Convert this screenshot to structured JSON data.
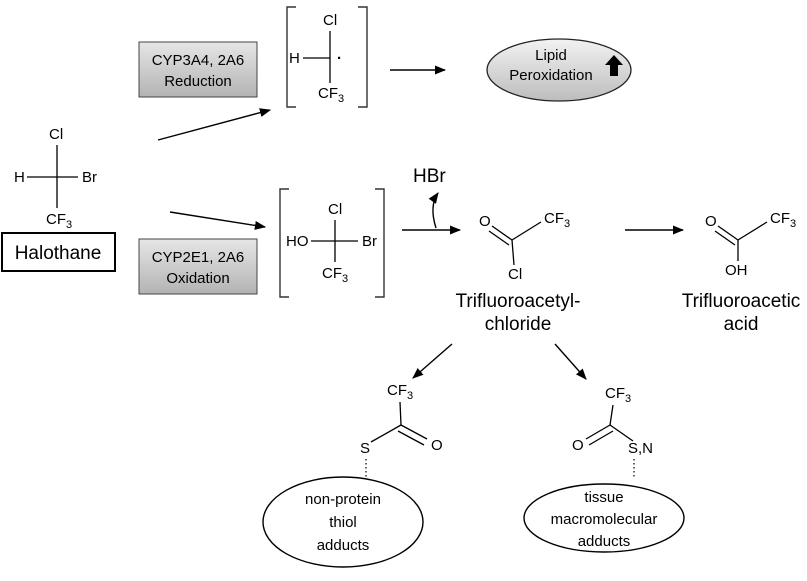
{
  "halothane": {
    "label": "Halothane",
    "atoms": {
      "top": "Cl",
      "left": "H",
      "right": "Br",
      "bottom": "CF",
      "bottom_sub": "3"
    }
  },
  "reduction": {
    "enzyme_line1": "CYP3A4, 2A6",
    "enzyme_line2": "Reduction",
    "radical": {
      "top": "Cl",
      "left": "H",
      "radical_dot": "·",
      "bottom": "CF",
      "bottom_sub": "3"
    },
    "outcome_line1": "Lipid",
    "outcome_line2": "Peroxidation",
    "outcome_icon": "up-arrow-icon"
  },
  "oxidation": {
    "enzyme_line1": "CYP2E1, 2A6",
    "enzyme_line2": "Oxidation",
    "intermediate": {
      "top": "Cl",
      "left": "HO",
      "right": "Br",
      "bottom": "CF",
      "bottom_sub": "3"
    },
    "byproduct": "HBr"
  },
  "tfa_chloride": {
    "o": "O",
    "cf3": "CF",
    "cf3_sub": "3",
    "cl": "Cl",
    "name_line1": "Trifluoroacetyl-",
    "name_line2": "chloride"
  },
  "tfa_acid": {
    "o": "O",
    "cf3": "CF",
    "cf3_sub": "3",
    "oh": "OH",
    "name_line1": "Trifluoroacetic",
    "name_line2": "acid"
  },
  "thiol_adduct": {
    "cf3": "CF",
    "cf3_sub": "3",
    "s": "S",
    "o": "O",
    "label_line1": "non-protein",
    "label_line2": "thiol",
    "label_line3": "adducts"
  },
  "macromolecular_adduct": {
    "cf3": "CF",
    "cf3_sub": "3",
    "o": "O",
    "sn": "S,N",
    "label_line1": "tissue",
    "label_line2": "macromolecular",
    "label_line3": "adducts"
  }
}
